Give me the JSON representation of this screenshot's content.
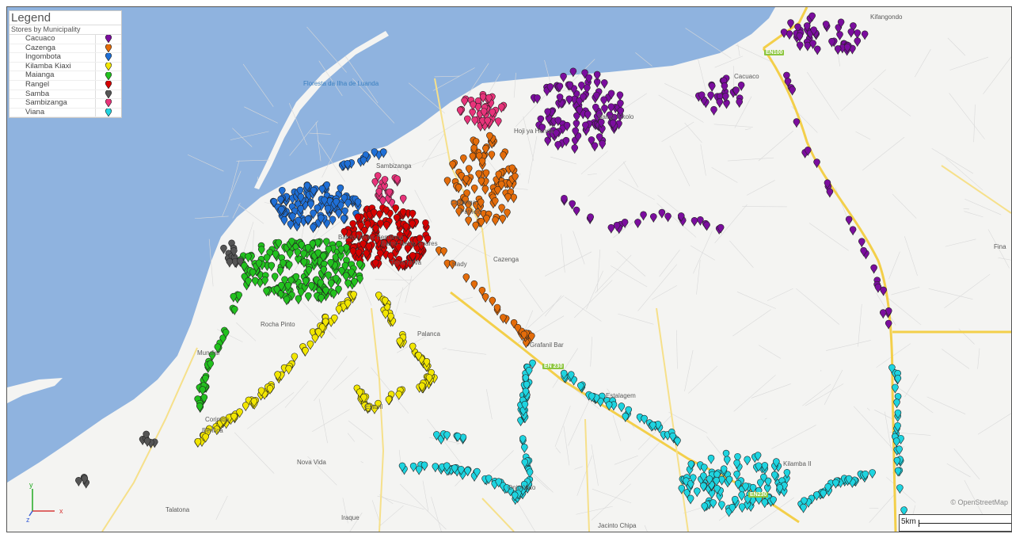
{
  "legend": {
    "title": "Legend",
    "subtitle": "Stores by Municipality",
    "items": [
      {
        "label": "Cacuaco",
        "color": "#7b0d9e"
      },
      {
        "label": "Cazenga",
        "color": "#e46c0a"
      },
      {
        "label": "Ingombota",
        "color": "#1f6fd6"
      },
      {
        "label": "Kilamba Kiaxi",
        "color": "#f2e600"
      },
      {
        "label": "Maianga",
        "color": "#22c11e"
      },
      {
        "label": "Rangel",
        "color": "#d60000"
      },
      {
        "label": "Samba",
        "color": "#555555"
      },
      {
        "label": "Sambizanga",
        "color": "#e8337a"
      },
      {
        "label": "Viana",
        "color": "#1ed4e0"
      }
    ]
  },
  "places": {
    "kifangondo": "Kifangondo",
    "cacuaco": "Cacuaco",
    "floresta": "Floresta da Ilha de Luanda",
    "hoji": "Hoji ya Henda",
    "paraiso": "Bairro Kikolo",
    "sambizanga": "Sambizanga",
    "sao_paulo": "Cazenga",
    "patricio": "Patrício",
    "neves": "Bairro Neves Bendinha",
    "soares": "Bairro Nelito Soares",
    "terra_nova": "Terra Nova",
    "cazenga": "Cazenga",
    "hady": "Hady",
    "ronda": "Rocha Pinto",
    "palanca": "Palanca",
    "grafanil": "Grafanil Bar",
    "estalagem": "Estalagem",
    "estoril": "Estoril",
    "nova_vida": "Nova Vida",
    "onjo_yeto": "Onjo-Yeto",
    "iraque": "Iraque",
    "jacinto": "Jacinto Chipa",
    "talatona": "Talatona",
    "kilamba": "Kilamba II",
    "mundial": "Mundial",
    "corimba": "Corimba",
    "benfica": "Benfica",
    "fina": "Fina"
  },
  "routes": {
    "en100": "EN100",
    "en230a": "EN 230",
    "en230b": "EN230"
  },
  "attribution": "© OpenStreetMap",
  "scale_label": "5km",
  "axes": {
    "y": "y",
    "x": "x",
    "z": "z"
  },
  "water_color": "#8fb3df",
  "land_color": "#f4f4f2",
  "road_color": "#f3cf4a"
}
